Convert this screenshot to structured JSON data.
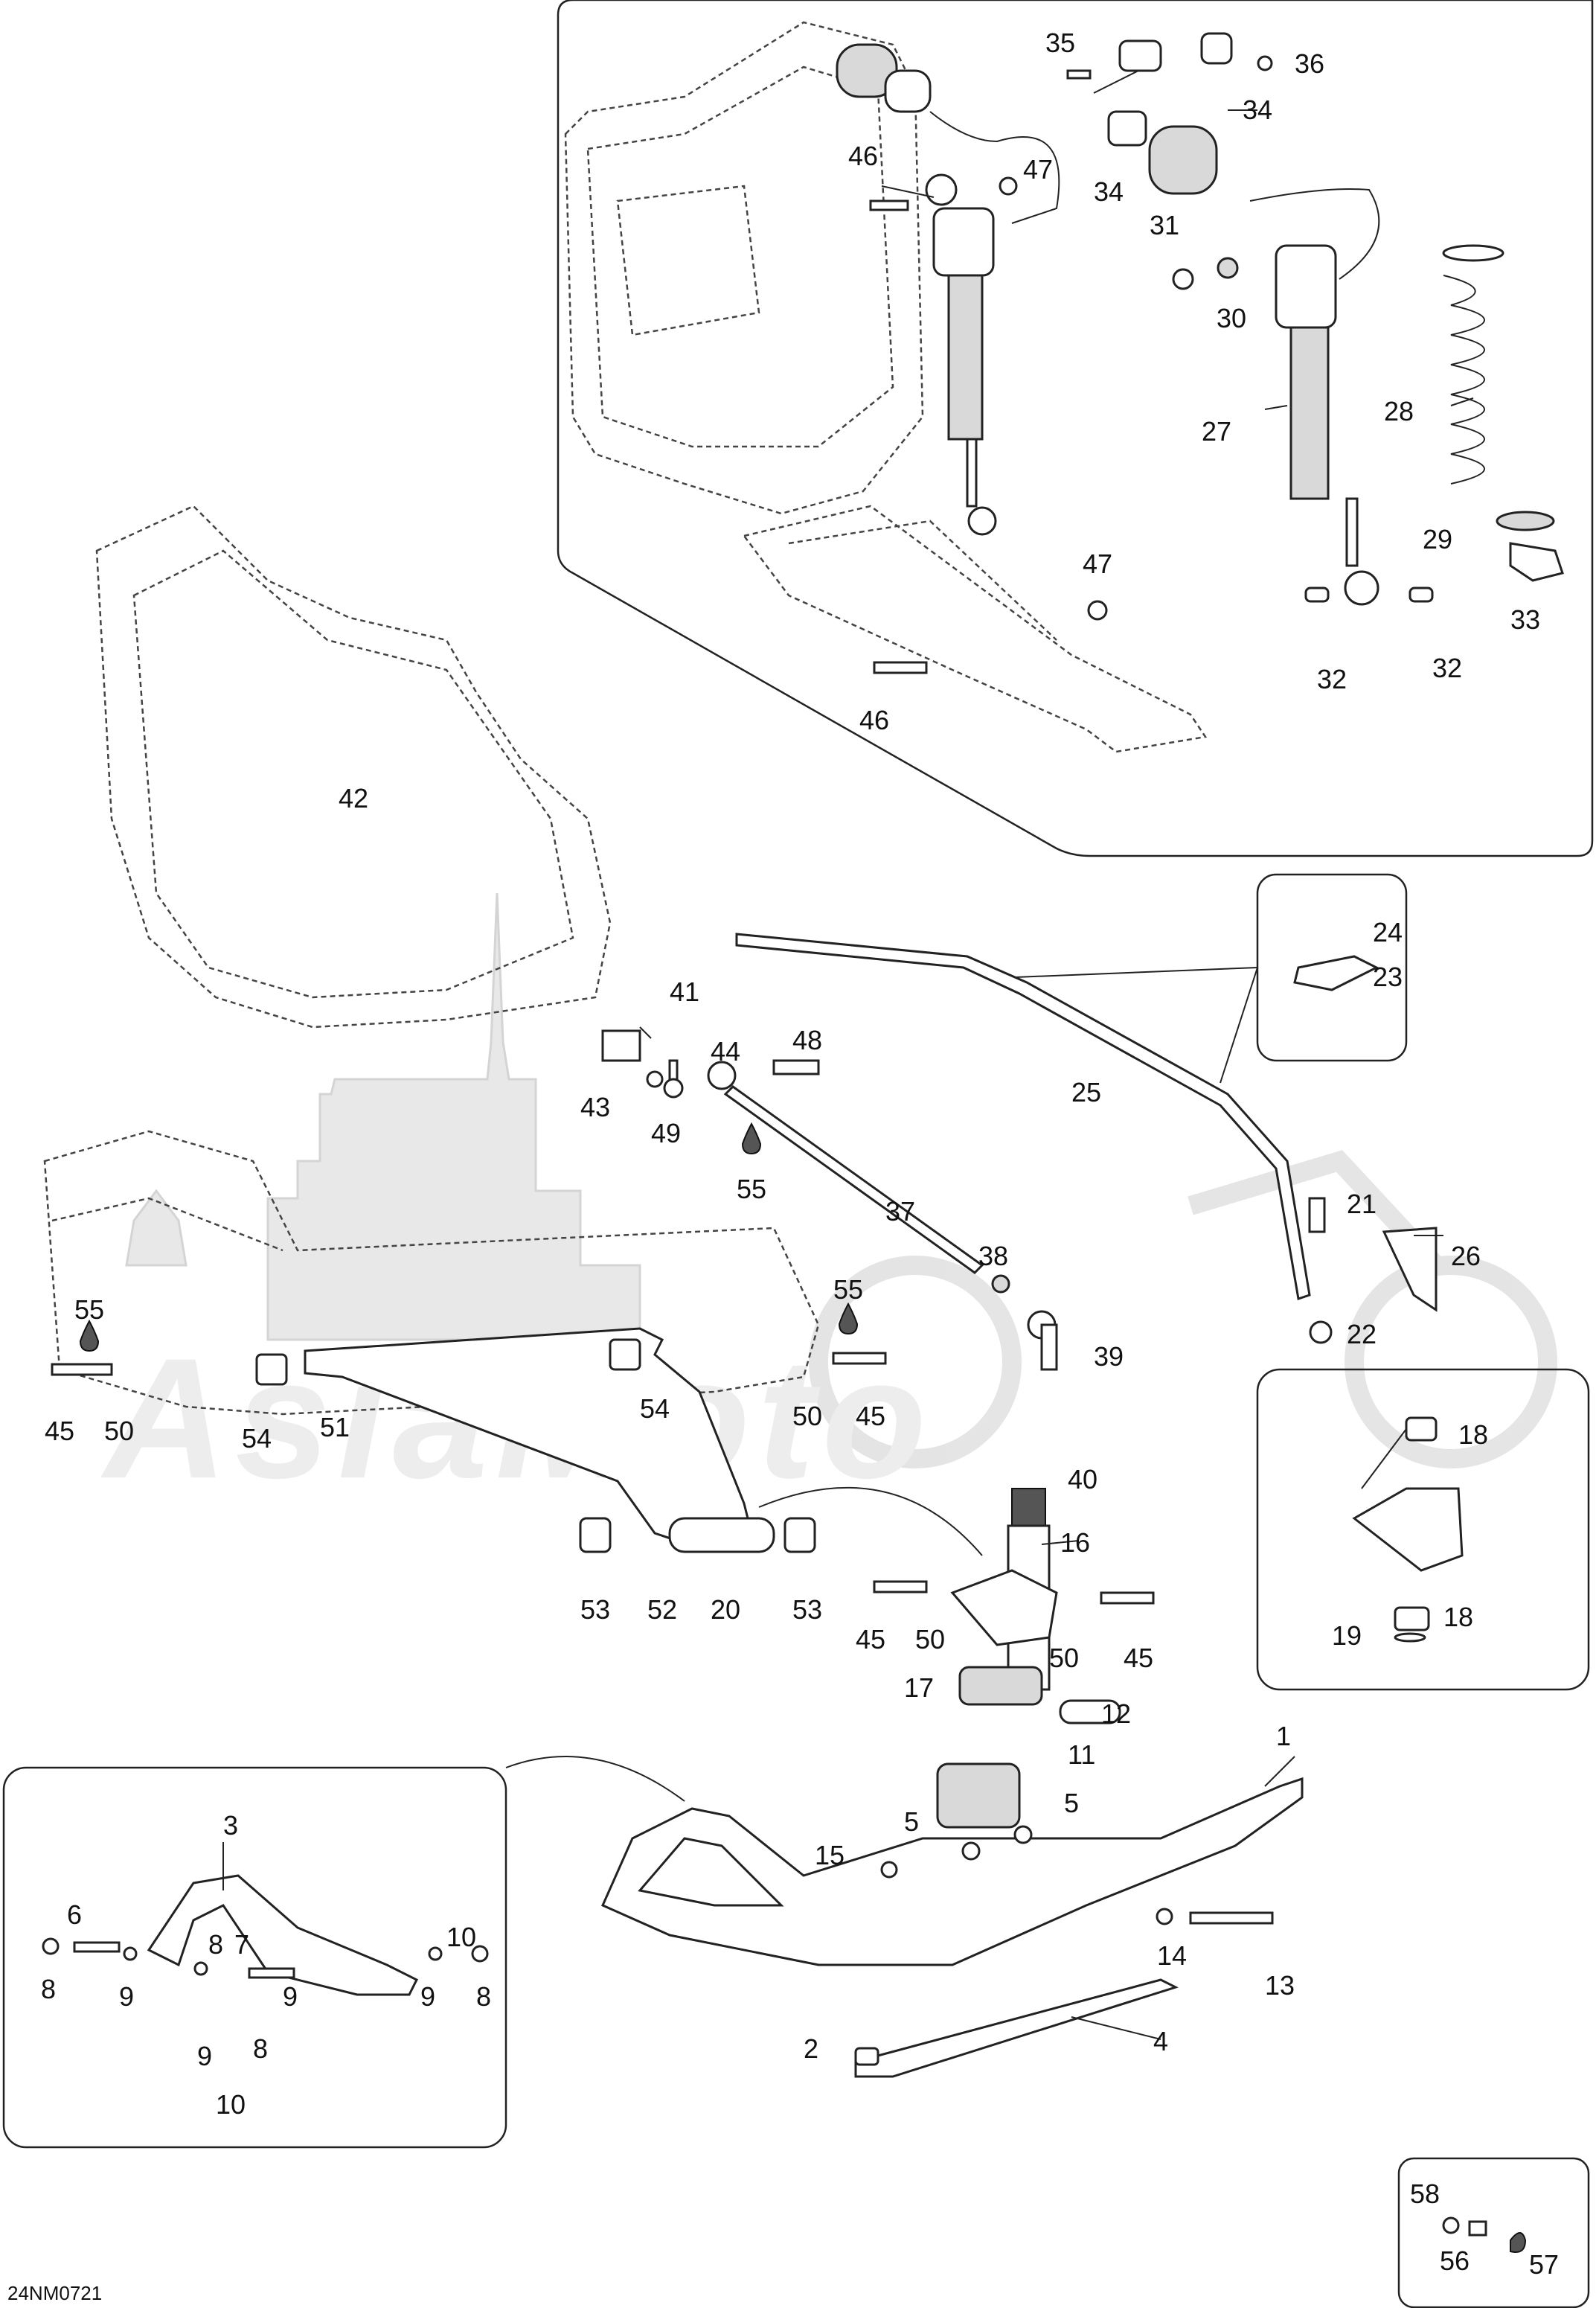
{
  "drawing_code": "24NM0721",
  "callouts": [
    {
      "id": "c35a",
      "text": "35"
    },
    {
      "id": "c36",
      "text": "36"
    },
    {
      "id": "c34a",
      "text": "34"
    },
    {
      "id": "c34b",
      "text": "34"
    },
    {
      "id": "c46a",
      "text": "46"
    },
    {
      "id": "c47a",
      "text": "47"
    },
    {
      "id": "c31",
      "text": "31"
    },
    {
      "id": "c30",
      "text": "30"
    },
    {
      "id": "c27",
      "text": "27"
    },
    {
      "id": "c28",
      "text": "28"
    },
    {
      "id": "c29",
      "text": "29"
    },
    {
      "id": "c33",
      "text": "33"
    },
    {
      "id": "c32a",
      "text": "32"
    },
    {
      "id": "c32b",
      "text": "32"
    },
    {
      "id": "c47b",
      "text": "47"
    },
    {
      "id": "c46b",
      "text": "46"
    },
    {
      "id": "c42",
      "text": "42"
    },
    {
      "id": "c24",
      "text": "24"
    },
    {
      "id": "c23",
      "text": "23"
    },
    {
      "id": "c25",
      "text": "25"
    },
    {
      "id": "c41",
      "text": "41"
    },
    {
      "id": "c43",
      "text": "43"
    },
    {
      "id": "c44",
      "text": "44"
    },
    {
      "id": "c48",
      "text": "48"
    },
    {
      "id": "c49",
      "text": "49"
    },
    {
      "id": "c55a",
      "text": "55"
    },
    {
      "id": "c37",
      "text": "37"
    },
    {
      "id": "c21",
      "text": "21"
    },
    {
      "id": "c26",
      "text": "26"
    },
    {
      "id": "c22",
      "text": "22"
    },
    {
      "id": "c38",
      "text": "38"
    },
    {
      "id": "c39",
      "text": "39"
    },
    {
      "id": "c55b",
      "text": "55"
    },
    {
      "id": "c55c",
      "text": "55"
    },
    {
      "id": "c45a",
      "text": "45"
    },
    {
      "id": "c50a",
      "text": "50"
    },
    {
      "id": "c54a",
      "text": "54"
    },
    {
      "id": "c51",
      "text": "51"
    },
    {
      "id": "c54b",
      "text": "54"
    },
    {
      "id": "c50b",
      "text": "50"
    },
    {
      "id": "c45b",
      "text": "45"
    },
    {
      "id": "c18a",
      "text": "18"
    },
    {
      "id": "c18b",
      "text": "18"
    },
    {
      "id": "c19",
      "text": "19"
    },
    {
      "id": "c40",
      "text": "40"
    },
    {
      "id": "c16",
      "text": "16"
    },
    {
      "id": "c53a",
      "text": "53"
    },
    {
      "id": "c52",
      "text": "52"
    },
    {
      "id": "c20",
      "text": "20"
    },
    {
      "id": "c53b",
      "text": "53"
    },
    {
      "id": "c45c",
      "text": "45"
    },
    {
      "id": "c50c",
      "text": "50"
    },
    {
      "id": "c50d",
      "text": "50"
    },
    {
      "id": "c45d",
      "text": "45"
    },
    {
      "id": "c17",
      "text": "17"
    },
    {
      "id": "c12",
      "text": "12"
    },
    {
      "id": "c1",
      "text": "1"
    },
    {
      "id": "c11",
      "text": "11"
    },
    {
      "id": "c5a",
      "text": "5"
    },
    {
      "id": "c5b",
      "text": "5"
    },
    {
      "id": "c15",
      "text": "15"
    },
    {
      "id": "c3",
      "text": "3"
    },
    {
      "id": "c6",
      "text": "6"
    },
    {
      "id": "c8a",
      "text": "8"
    },
    {
      "id": "c7",
      "text": "7"
    },
    {
      "id": "c10a",
      "text": "10"
    },
    {
      "id": "c8b",
      "text": "8"
    },
    {
      "id": "c9a",
      "text": "9"
    },
    {
      "id": "c9b",
      "text": "9"
    },
    {
      "id": "c9c",
      "text": "9"
    },
    {
      "id": "c8c",
      "text": "8"
    },
    {
      "id": "c9d",
      "text": "9"
    },
    {
      "id": "c8d",
      "text": "8"
    },
    {
      "id": "c10b",
      "text": "10"
    },
    {
      "id": "c14",
      "text": "14"
    },
    {
      "id": "c13",
      "text": "13"
    },
    {
      "id": "c2",
      "text": "2"
    },
    {
      "id": "c4",
      "text": "4"
    },
    {
      "id": "c58",
      "text": "58"
    },
    {
      "id": "c56",
      "text": "56"
    },
    {
      "id": "c57",
      "text": "57"
    }
  ]
}
